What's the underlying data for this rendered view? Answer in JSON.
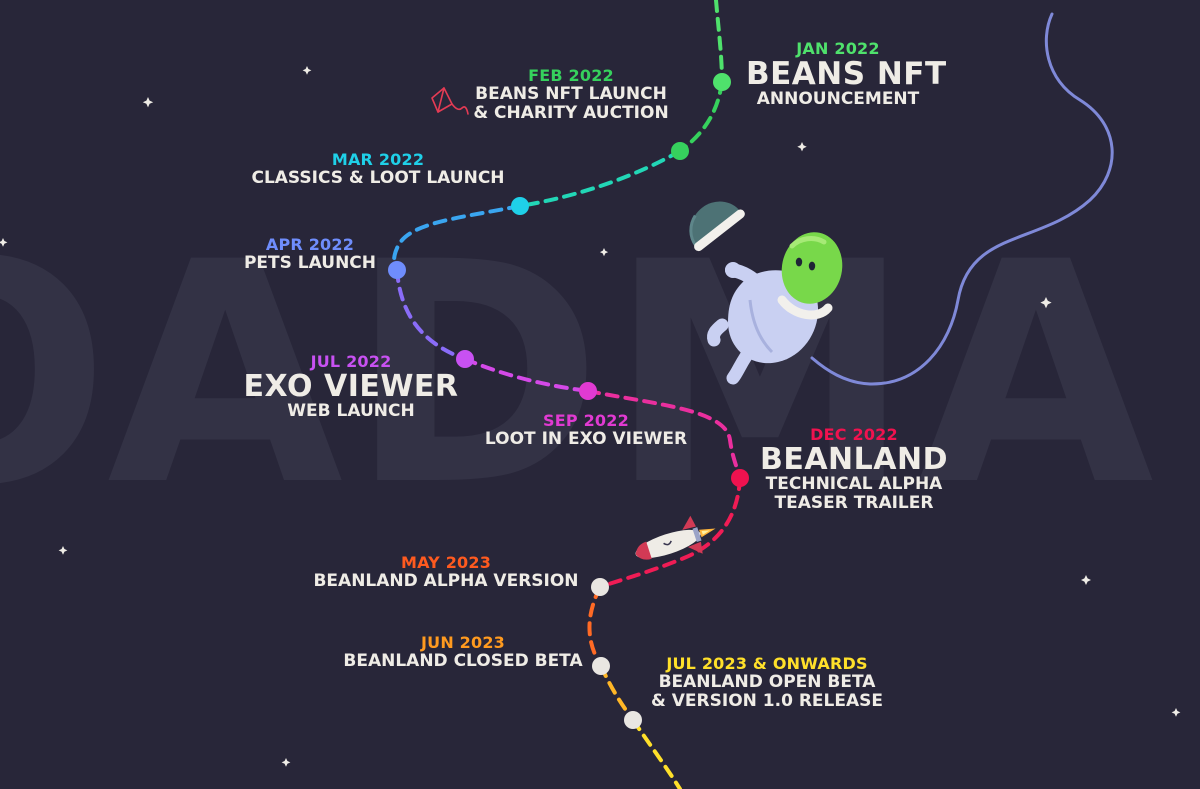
{
  "background_word": "OADMA",
  "colors": {
    "background": "#282639",
    "jan": "#4fe16c",
    "feb": "#36d15d",
    "mar": "#1fd0e8",
    "apr": "#6f8dfc",
    "jul22": "#c851f2",
    "sep": "#e13ad2",
    "dec": "#f0124f",
    "may23": "#ff5a1f",
    "jun23": "#ff9a1f",
    "jul23": "#ffe02a",
    "text": "#efece6"
  },
  "milestones": {
    "jan_2022": {
      "date": "JAN 2022",
      "title": "BEANS NFT",
      "subtitle": "ANNOUNCEMENT"
    },
    "feb_2022": {
      "date": "FEB 2022",
      "line1": "BEANS NFT LAUNCH",
      "line2": "& CHARITY AUCTION"
    },
    "mar_2022": {
      "date": "MAR 2022",
      "line1": "CLASSICS & LOOT LAUNCH"
    },
    "apr_2022": {
      "date": "APR 2022",
      "line1": "PETS LAUNCH"
    },
    "jul_2022": {
      "date": "JUL 2022",
      "title": "EXO VIEWER",
      "subtitle": "WEB LAUNCH"
    },
    "sep_2022": {
      "date": "SEP 2022",
      "line1": "LOOT IN EXO VIEWER"
    },
    "dec_2022": {
      "date": "DEC 2022",
      "title": "BEANLAND",
      "line1": "TECHNICAL ALPHA",
      "line2": "TEASER TRAILER"
    },
    "may_2023": {
      "date": "MAY 2023",
      "line1": "BEANLAND ALPHA VERSION"
    },
    "jun_2023": {
      "date": "JUN 2023",
      "line1": "BEANLAND CLOSED BETA"
    },
    "jul_2023": {
      "date": "JUL 2023 & ONWARDS",
      "line1": "BEANLAND OPEN BETA",
      "line2": "& VERSION 1.0 RELEASE"
    }
  },
  "illustrations": [
    "astronaut-bean",
    "helmet",
    "tether-rope",
    "rocket",
    "kite",
    "stars"
  ]
}
